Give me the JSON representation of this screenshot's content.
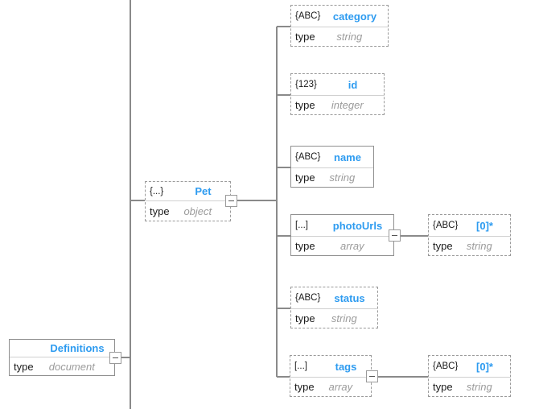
{
  "labels": {
    "type_key": "type"
  },
  "colors": {
    "accent_blue": "#2d9bf0",
    "connector_gray": "#8a8a8a",
    "value_gray": "#9b9b9b",
    "text_black": "#1a1a1a"
  },
  "nodes": {
    "definitions": {
      "icon": "",
      "name": "Definitions",
      "type_value": "document"
    },
    "pet": {
      "icon": "{...}",
      "name": "Pet",
      "type_value": "object"
    },
    "category": {
      "icon": "{ABC}",
      "name": "category",
      "type_value": "string"
    },
    "id": {
      "icon": "{123}",
      "name": "id",
      "type_value": "integer"
    },
    "name": {
      "icon": "{ABC}",
      "name": "name",
      "type_value": "string"
    },
    "photoUrls": {
      "icon": "[...]",
      "name": "photoUrls",
      "type_value": "array"
    },
    "status": {
      "icon": "{ABC}",
      "name": "status",
      "type_value": "string"
    },
    "tags": {
      "icon": "[...]",
      "name": "tags",
      "type_value": "array"
    },
    "photoUrlsItem": {
      "icon": "{ABC}",
      "name": "[0]*",
      "type_value": "string"
    },
    "tagsItem": {
      "icon": "{ABC}",
      "name": "[0]*",
      "type_value": "string"
    }
  }
}
